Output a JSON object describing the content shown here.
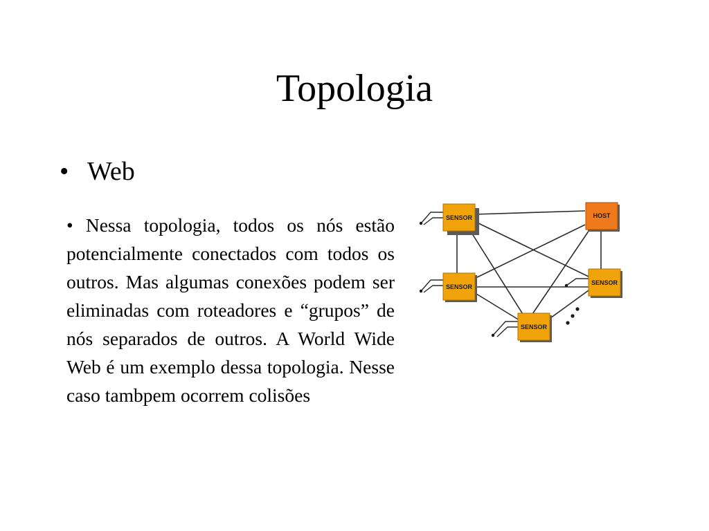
{
  "slide": {
    "title": "Topologia",
    "bullet": "Web",
    "body": "Nessa topologia, todos os nós estão potencialmente conectados com todos os outros. Mas algumas conexões podem ser eliminadas com roteadores e “grupos” de nós separados de outros. A World Wide Web é um exemplo dessa topologia. Nesse caso tambpem ocorrem colisões"
  },
  "diagram": {
    "nodes": [
      {
        "id": "sensor-1",
        "label": "SENSOR",
        "color": "#f0a30a"
      },
      {
        "id": "host",
        "label": "HOST",
        "color": "#ee7a1c"
      },
      {
        "id": "sensor-2",
        "label": "SENSOR",
        "color": "#f0a30a"
      },
      {
        "id": "sensor-3",
        "label": "SENSOR",
        "color": "#f0a30a"
      },
      {
        "id": "sensor-4",
        "label": "SENSOR",
        "color": "#f0a30a"
      }
    ]
  }
}
